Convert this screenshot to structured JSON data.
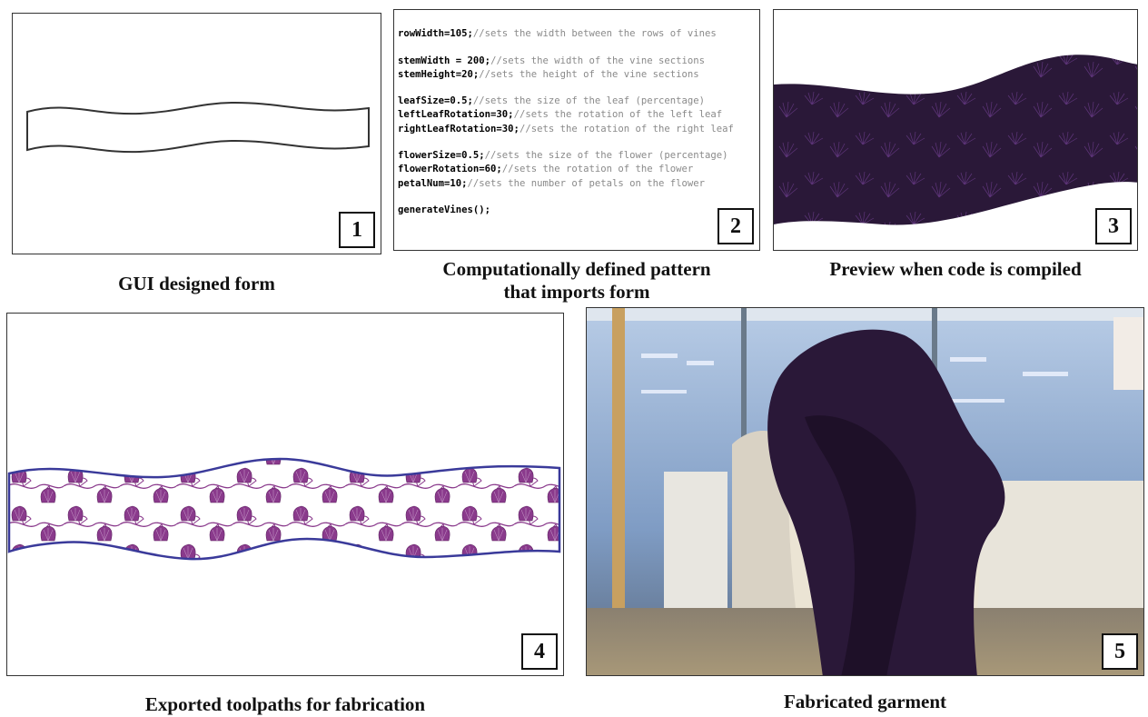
{
  "panels": [
    {
      "number": "1",
      "caption": "GUI designed form"
    },
    {
      "number": "2",
      "caption_line1": "Computationally defined pattern",
      "caption_line2": "that imports form"
    },
    {
      "number": "3",
      "caption": "Preview when code is compiled"
    },
    {
      "number": "4",
      "caption": "Exported toolpaths for fabrication"
    },
    {
      "number": "5",
      "caption": "Fabricated garment"
    }
  ],
  "code": {
    "l1": {
      "stmt": "rowWidth=105;",
      "comment": "//sets the width between the rows of vines"
    },
    "l2": {
      "stmt": "stemWidth = 200;",
      "comment": "//sets the width of the vine sections"
    },
    "l3": {
      "stmt": "stemHeight=20;",
      "comment": "//sets the height of the vine sections"
    },
    "l4": {
      "stmt": "leafSize=0.5;",
      "comment": "//sets the size of the leaf (percentage)"
    },
    "l5": {
      "stmt": "leftLeafRotation=30;",
      "comment": "//sets the rotation of the left leaf"
    },
    "l6": {
      "stmt": "rightLeafRotation=30;",
      "comment": "//sets the rotation of the right leaf"
    },
    "l7": {
      "stmt": "flowerSize=0.5;",
      "comment": "//sets the size of the flower (percentage)"
    },
    "l8": {
      "stmt": "flowerRotation=60;",
      "comment": "//sets the rotation of the flower"
    },
    "l9": {
      "stmt": "petalNum=10;",
      "comment": "//sets the number of petals on the flower"
    },
    "l10": {
      "stmt": "generateVines();",
      "comment": ""
    }
  },
  "colors": {
    "scarf_dark": "#2a1838",
    "pattern_purple": "#8a3a8c",
    "outline_blue": "#3a3a9a",
    "wall_blue": "#9fb8d8"
  }
}
